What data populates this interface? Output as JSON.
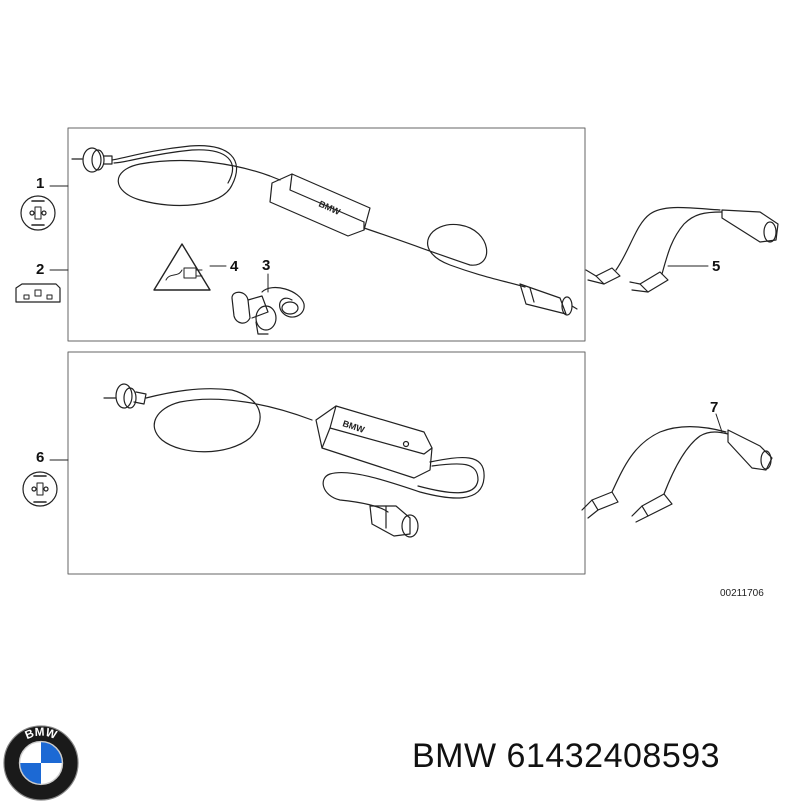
{
  "diagram": {
    "callouts": {
      "c1": "1",
      "c2": "2",
      "c3": "3",
      "c4": "4",
      "c5": "5",
      "c6": "6",
      "c7": "7"
    },
    "charger_badge_top": "BMW",
    "charger_badge_bottom": "BMW",
    "reference_code": "00211706"
  },
  "footer": {
    "brand": "BMW",
    "part_number": "61432408593",
    "logo_text": "BMW",
    "logo_colors": {
      "ring": "#1a1a1a",
      "blue": "#1c69d4",
      "white": "#ffffff"
    }
  }
}
